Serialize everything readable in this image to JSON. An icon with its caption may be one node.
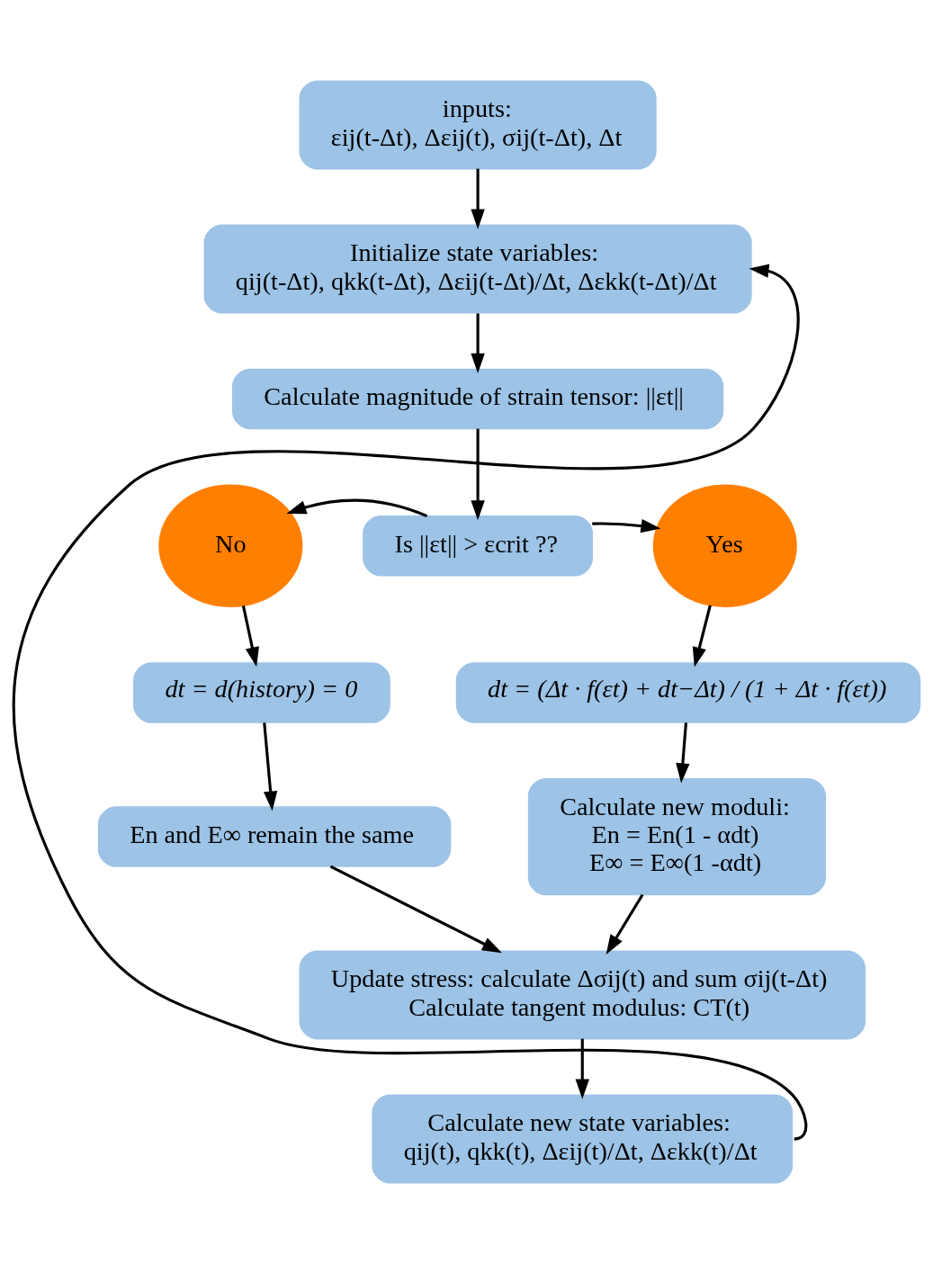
{
  "diagram": {
    "nodes": [
      {
        "text": [
          "inputs:",
          "εij(t-Δt), Δεij(t), σij(t-Δt), Δt"
        ]
      },
      {
        "text": [
          "Initialize state variables:",
          "qij(t-Δt), qkk(t-Δt), Δεij(t-Δt)/Δt, Δεkk(t-Δt)/Δt"
        ]
      },
      {
        "text": [
          "Calculate magnitude of strain tensor: ||εt||"
        ]
      },
      {
        "text": [
          "Is ||εt|| > εcrit ??"
        ]
      },
      {
        "text": [
          "No"
        ]
      },
      {
        "text": [
          "Yes"
        ]
      },
      {
        "text": [
          "dt = d(history) = 0"
        ]
      },
      {
        "text": [
          "dt = (Δt · f(εt) + dt−Δt) / (1 + Δt · f(εt))"
        ]
      },
      {
        "text": [
          "En and E∞ remain the same"
        ]
      },
      {
        "text": [
          "Calculate new moduli:",
          "En = En(1 - αdt)",
          "E∞ = E∞(1 -αdt)"
        ]
      },
      {
        "text": [
          "Update stress: calculate Δσij(t) and sum σij(t-Δt)",
          "Calculate tangent modulus: CT(t)"
        ]
      },
      {
        "text": [
          "Calculate new state variables:",
          "qij(t), qkk(t), Δεij(t)/Δt, Δεkk(t)/Δt"
        ]
      }
    ],
    "edges": [
      {
        "from": 0,
        "to": 1,
        "arrow": "to"
      },
      {
        "from": 1,
        "to": 2,
        "arrow": "to"
      },
      {
        "from": 2,
        "to": 3,
        "arrow": "to"
      },
      {
        "from": 3,
        "to": 4,
        "arrow": "to"
      },
      {
        "from": 3,
        "to": 5,
        "arrow": "to"
      },
      {
        "from": 4,
        "to": 6,
        "arrow": "to"
      },
      {
        "from": 5,
        "to": 7,
        "arrow": "to"
      },
      {
        "from": 6,
        "to": 8,
        "arrow": "to"
      },
      {
        "from": 7,
        "to": 9,
        "arrow": "to"
      },
      {
        "from": 8,
        "to": 10,
        "arrow": "to"
      },
      {
        "from": 9,
        "to": 10,
        "arrow": "to"
      },
      {
        "from": 10,
        "to": 11,
        "arrow": "to"
      },
      {
        "from": 11,
        "to": 1,
        "arrow": "to"
      }
    ]
  }
}
